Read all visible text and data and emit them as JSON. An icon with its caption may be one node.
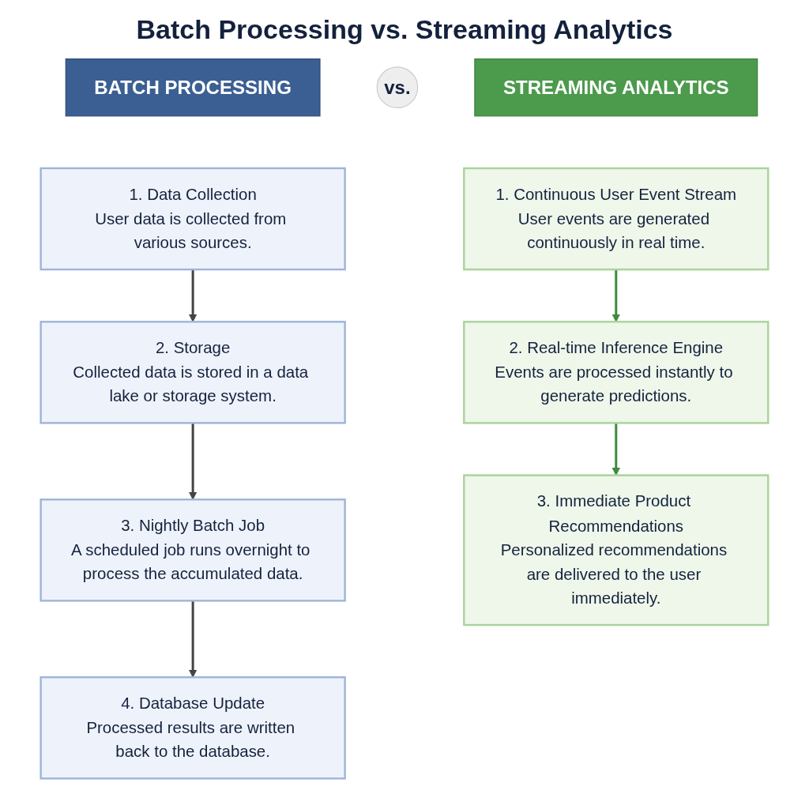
{
  "diagram": {
    "title": "Batch Processing vs. Streaming Analytics",
    "nodes": [
      {
        "text": [
          "BATCH PROCESSING"
        ]
      },
      {
        "text": [
          "vs."
        ]
      },
      {
        "text": [
          "STREAMING ANALYTICS"
        ]
      },
      {
        "text": [
          "1. Data Collection",
          "User data is collected from various sources."
        ]
      },
      {
        "text": [
          "2. Storage",
          "Collected data is stored in a data lake or storage system."
        ]
      },
      {
        "text": [
          "3. Nightly Batch Job",
          "A scheduled job runs overnight to process the accumulated data."
        ]
      },
      {
        "text": [
          "4. Database Update",
          "Processed results are written back to the database."
        ]
      },
      {
        "text": [
          "1. Continuous User Event Stream",
          "User events are generated continuously in real time."
        ]
      },
      {
        "text": [
          "2. Real-time Inference Engine",
          "Events are processed instantly to generate predictions."
        ]
      },
      {
        "text": [
          "3. Immediate Product Recommendations",
          "Personalized recommendations are delivered to the user immediately."
        ]
      }
    ],
    "edges": [
      {
        "from": 3,
        "to": 4,
        "arrow": "to"
      },
      {
        "from": 4,
        "to": 5,
        "arrow": "to"
      },
      {
        "from": 5,
        "to": 6,
        "arrow": "to"
      },
      {
        "from": 7,
        "to": 8,
        "arrow": "to",
        "color": "#3d8b3d"
      },
      {
        "from": 8,
        "to": 9,
        "arrow": "to",
        "color": "#3d8b3d"
      }
    ]
  }
}
